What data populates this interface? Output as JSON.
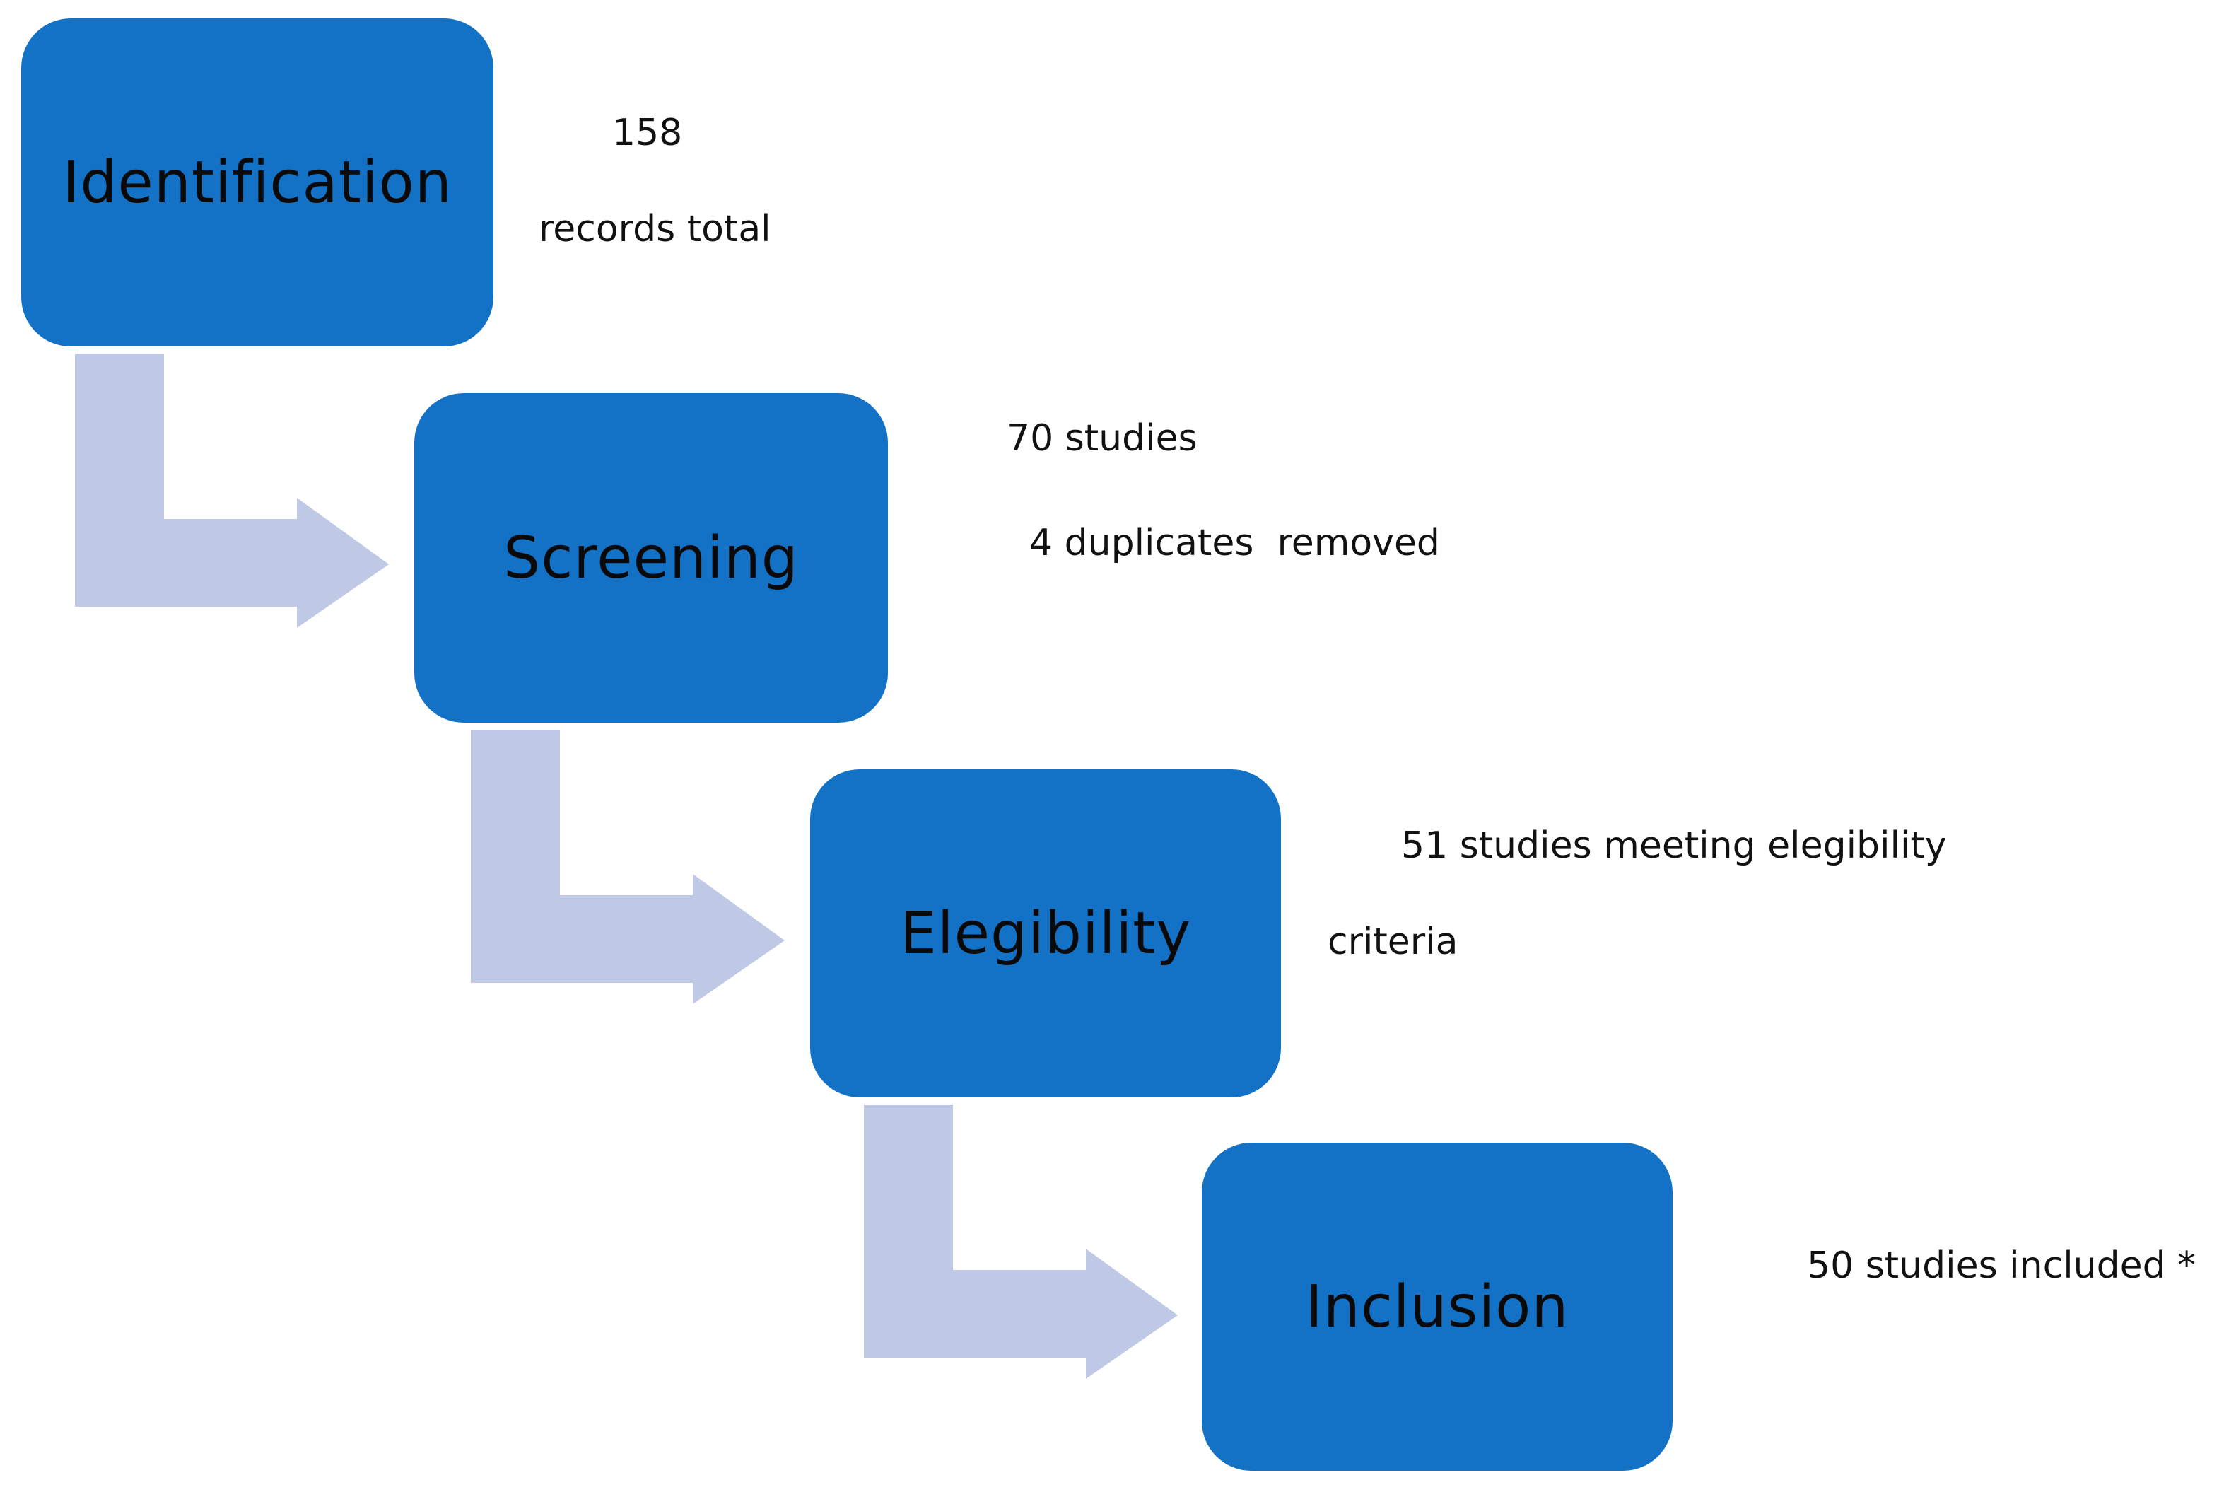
{
  "stages": [
    {
      "label": "Identification"
    },
    {
      "label": "Screening"
    },
    {
      "label": "Elegibility"
    },
    {
      "label": "Inclusion"
    }
  ],
  "notes": {
    "identification": [
      "158",
      "records total"
    ],
    "screening": [
      "70 studies",
      "4 duplicates  removed"
    ],
    "eligibility": [
      "51 studies meeting elegibility",
      "criteria"
    ],
    "inclusion": [
      "50 studies included *"
    ]
  },
  "colors": {
    "stage_fill": "#1372C6",
    "arrow_fill": "#BFC9E5"
  }
}
